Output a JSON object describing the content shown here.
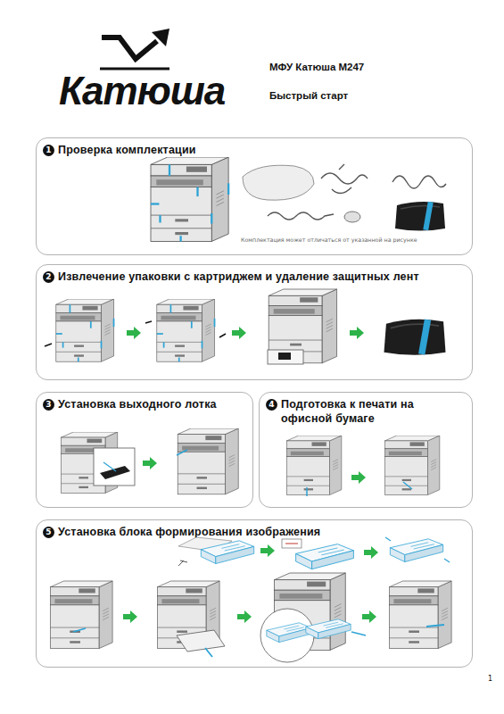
{
  "diagram": {
    "title": "МФУ Катюша М247",
    "nodes": [
      {
        "text": [
          "Проверка комплектации"
        ]
      },
      {
        "text": [
          "1"
        ],
        "in": 0
      },
      {
        "text": [
          "Извлечение упаковки с картриджем и удаление защитных лент"
        ]
      },
      {
        "text": [
          "2"
        ],
        "in": 2
      },
      {
        "text": [
          "Установка выходного лотка"
        ]
      },
      {
        "text": [
          "3"
        ],
        "in": 4
      },
      {
        "text": [
          "Подготовка к печати на офисной бумаге"
        ]
      },
      {
        "text": [
          "4"
        ],
        "in": 6
      },
      {
        "text": [
          "Установка блока формирования изображения"
        ]
      },
      {
        "text": [
          "5"
        ],
        "in": 8
      }
    ],
    "labels": [
      "Катюша",
      "Быстрый старт",
      "Комплектация может отличаться от указанной на рисунке",
      "1"
    ]
  }
}
